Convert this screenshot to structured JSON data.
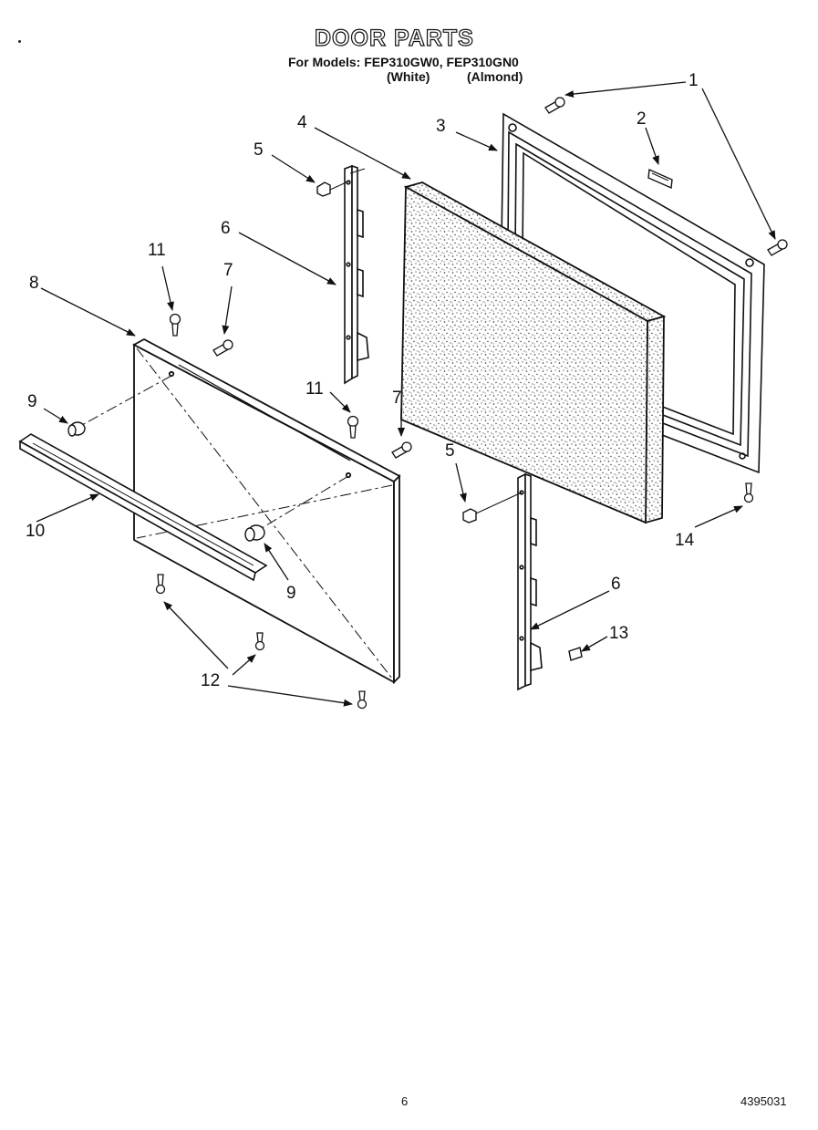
{
  "header": {
    "title": "DOOR PARTS",
    "models_line": "For Models: FEP310GW0, FEP310GN0",
    "variant_white": "(White)",
    "variant_almond": "(Almond)"
  },
  "callouts": [
    "1",
    "2",
    "3",
    "4",
    "5",
    "6",
    "7",
    "8",
    "9",
    "10",
    "11",
    "12",
    "13",
    "14"
  ],
  "footer": {
    "page_number": "6",
    "doc_number": "4395031"
  }
}
